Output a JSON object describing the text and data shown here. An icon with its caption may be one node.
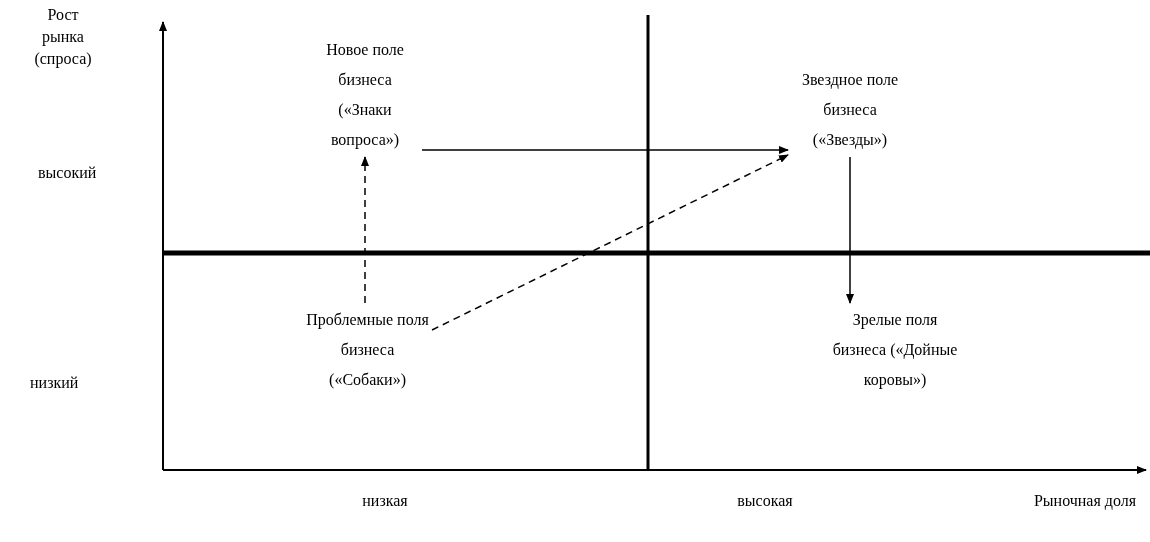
{
  "diagram": {
    "nodes": [
      {
        "text": [
          "Новое поле бизнеса («Знаки вопроса»)"
        ]
      },
      {
        "text": [
          "Звездное поле бизнеса («Звезды»)"
        ]
      },
      {
        "text": [
          "Проблемные поля бизнеса («Собаки»)"
        ]
      },
      {
        "text": [
          "Зрелые поля бизнеса («Дойные коровы»)"
        ]
      }
    ],
    "edges": [
      {
        "from": 0,
        "to": 1,
        "arrow": "to"
      },
      {
        "from": 1,
        "to": 3,
        "arrow": "to"
      },
      {
        "from": 2,
        "to": 0,
        "arrow": "to",
        "style": "dashed"
      },
      {
        "from": 2,
        "to": 1,
        "arrow": "to",
        "style": "dashed"
      }
    ],
    "labels": [
      "Рост рынка (спроса)",
      "высокий",
      "низкий",
      "низкая",
      "высокая",
      "Рыночная доля"
    ]
  }
}
